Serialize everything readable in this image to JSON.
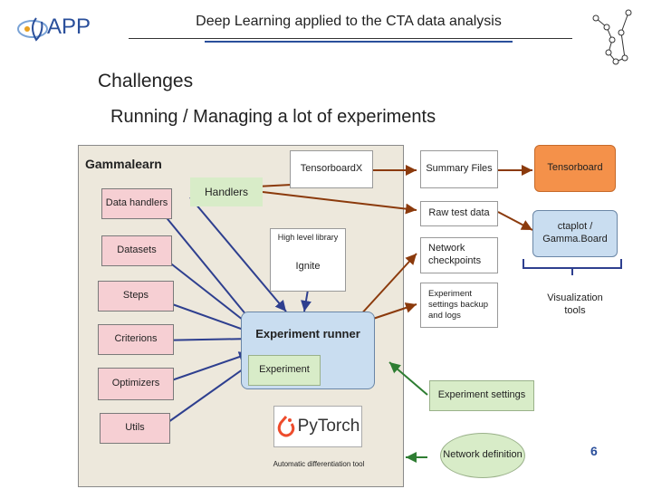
{
  "header": {
    "logo_text": "APP",
    "title": "Deep Learning applied to the CTA data analysis"
  },
  "slide": {
    "heading": "Challenges",
    "subheading": "Running / Managing a lot of experiments",
    "page_number": "6"
  },
  "diagram": {
    "gammalearn_label": "Gammalearn",
    "tensorboardx": "TensorboardX",
    "handlers": "Handlers",
    "data_handlers": "Data handlers",
    "high_level_library": "High level library",
    "ignite": "Ignite",
    "datasets": "Datasets",
    "steps": "Steps",
    "criterions": "Criterions",
    "experiment_runner": "Experiment runner",
    "experiment": "Experiment",
    "optimizers": "Optimizers",
    "utils": "Utils",
    "pytorch_logo_text": "PyTorch",
    "autodiff": "Automatic differentiation tool",
    "summary_files": "Summary Files",
    "raw_test_data": "Raw test data",
    "network_checkpoints": "Network checkpoints",
    "experiment_settings_backup": "Experiment settings backup and logs",
    "experiment_settings": "Experiment settings",
    "network_definition": "Network definition",
    "tensorboard": "Tensorboard",
    "ctaplot": "ctaplot / Gamma.Board",
    "visualization_tools": "Visualization tools"
  },
  "colors": {
    "frame_bg": "#ede8dc",
    "pink": "#f6cfd3",
    "blue": "#c9ddf0",
    "green": "#d8ecc8",
    "orange": "#f4914a",
    "arrow_blue": "#2e3f8f",
    "arrow_brown": "#8b3a0c",
    "arrow_green": "#2e7d32"
  }
}
